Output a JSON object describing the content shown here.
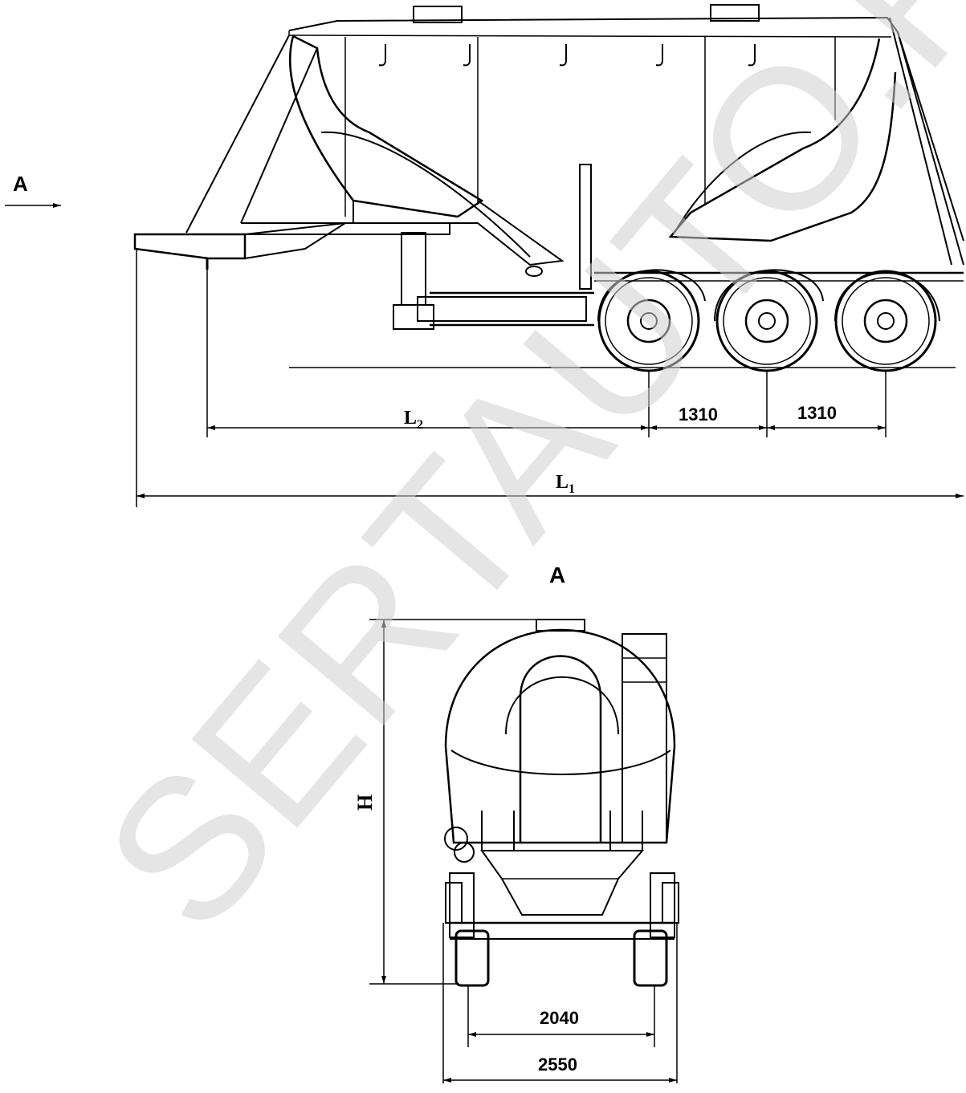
{
  "view_marker": {
    "letter": "A"
  },
  "side_view": {
    "dimensions": {
      "l2": {
        "main": "L",
        "sub": "2"
      },
      "axle_spacing_1": "1310",
      "axle_spacing_2": "1310",
      "l1": {
        "main": "L",
        "sub": "1"
      }
    }
  },
  "rear_view": {
    "title": "A",
    "height_label": "H",
    "track_width": "2040",
    "overall_width": "2550"
  },
  "watermark": "SERTAUTO.RU",
  "colors": {
    "line": "#000000",
    "watermark": "#d0d0d0"
  }
}
